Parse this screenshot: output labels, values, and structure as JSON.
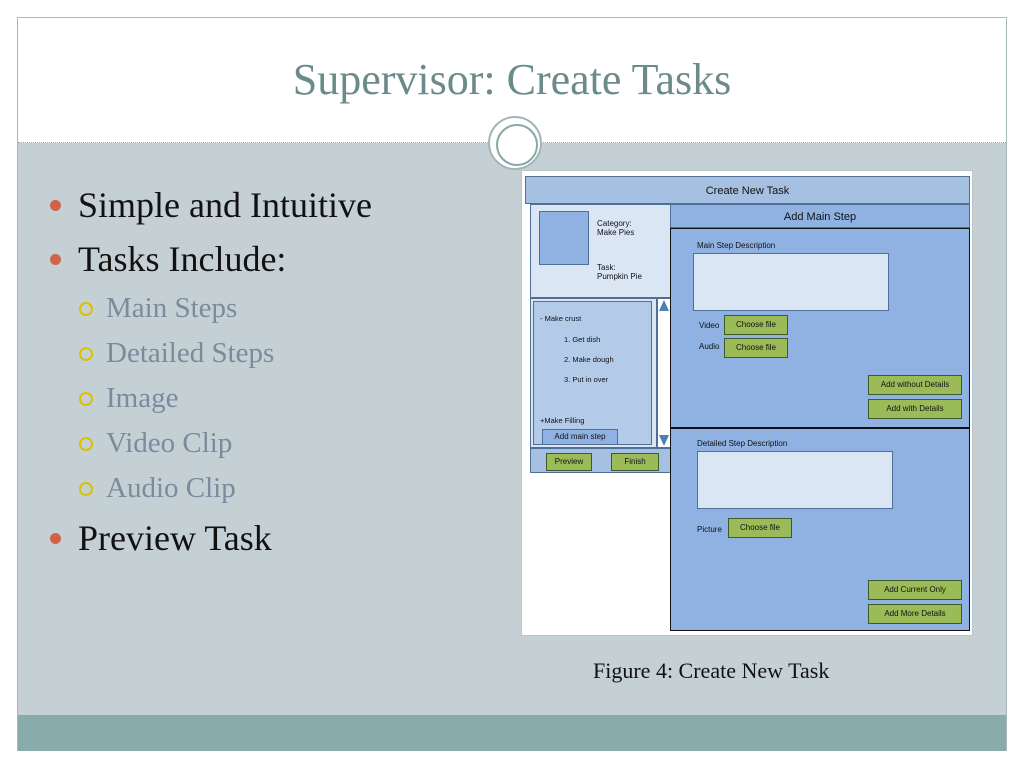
{
  "slide": {
    "title": "Supervisor: Create Tasks",
    "caption": "Figure 4:  Create New Task"
  },
  "bullets": {
    "b1": "Simple and Intuitive",
    "b2": "Tasks Include:",
    "sub": [
      "Main Steps",
      "Detailed Steps",
      "Image",
      "Video Clip",
      "Audio Clip"
    ],
    "b3": "Preview Task"
  },
  "mockup": {
    "header": "Create New Task",
    "subheader": "Add Main Step",
    "info": {
      "category_label": "Category:",
      "category_value": "Make Pies",
      "task_label": "Task:",
      "task_value": "Pumpkin Pie"
    },
    "steps": {
      "make_crust": "- Make crust",
      "step1": "1. Get dish",
      "step2": "2. Make dough",
      "step3": "3. Put in over",
      "make_filling": "+Make Filling",
      "add_main_step": "Add main step"
    },
    "buttons": {
      "preview": "Preview",
      "finish": "Finish",
      "choose_file_video": "Choose file",
      "choose_file_audio": "Choose file",
      "choose_file_picture": "Choose file",
      "add_without_details": "Add without Details",
      "add_with_details": "Add with Details",
      "add_current_only": "Add Current Only",
      "add_more_details": "Add More Details"
    },
    "labels": {
      "main_step_description": "Main Step Description",
      "video": "Video",
      "audio": "Audio",
      "detailed_step_description": "Detailed Step Description",
      "picture": "Picture"
    }
  },
  "colors": {
    "title": "#6b8b8a",
    "bullet_dot": "#d16349",
    "sub_bullet_ring": "#d9c100",
    "footer": "#8aabab",
    "mockup_blue": "#8fb2e3",
    "mockup_green": "#9bbb59"
  }
}
